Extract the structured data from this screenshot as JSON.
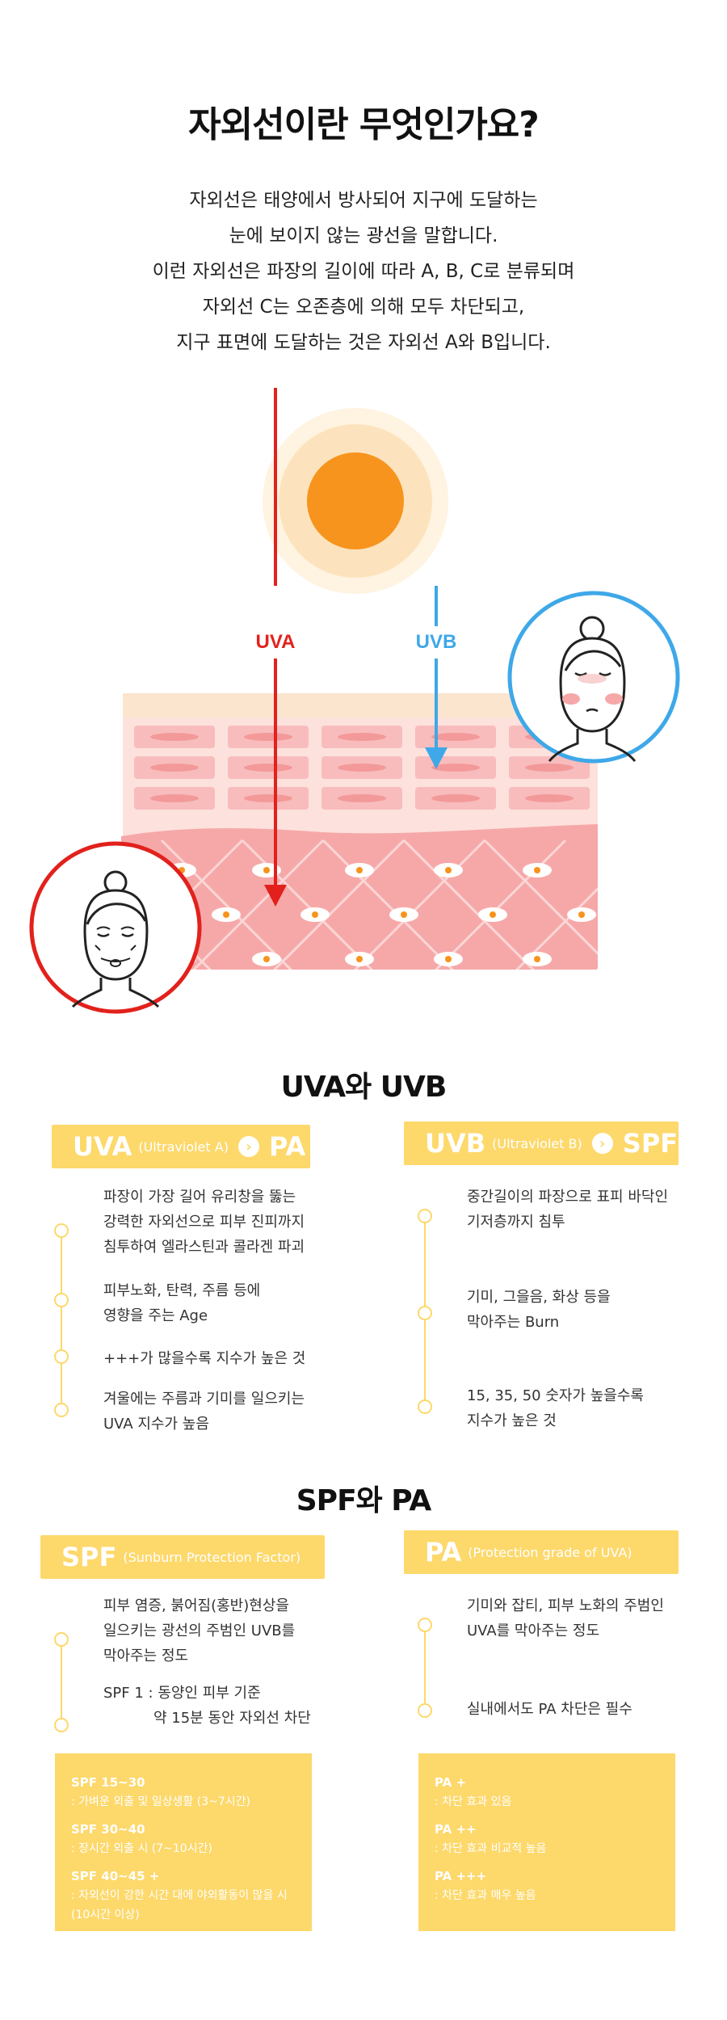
{
  "title": "자외선이란 무엇인가요?",
  "intro": [
    "자외선은 태양에서 방사되어 지구에 도달하는",
    "눈에 보이지 않는 광선을 말합니다.",
    "이런 자외선은 파장의 길이에 따라 A, B, C로 분류되며",
    "자외선 C는 오존층에 의해 모두 차단되고,",
    "지구 표면에 도달하는 것은 자외선 A와 B입니다."
  ],
  "illustration": {
    "uva_label": "UVA",
    "uvb_label": "UVB",
    "colors": {
      "uva": "#e2211c",
      "uvb": "#3ea8e8",
      "sun": "#f7941d",
      "skin": "#f6a8a8"
    }
  },
  "section1": {
    "title": "UVA와 UVB",
    "uva": {
      "label_big": "UVA",
      "label_small": "(Ultraviolet A)",
      "arrow_icon": "chevron-right-icon",
      "target": "PA",
      "items": [
        [
          "파장이 가장 길어 유리창을 뚫는",
          "강력한 자외선으로 피부 진피까지",
          "침투하여 엘라스틴과 콜라겐 파괴"
        ],
        [
          "피부노화, 탄력, 주름 등에",
          "영향을 주는 Age"
        ],
        [
          "+++가 많을수록 지수가 높은 것"
        ],
        [
          "겨울에는 주름과 기미를 일으키는",
          "UVA 지수가 높음"
        ]
      ]
    },
    "uvb": {
      "label_big": "UVB",
      "label_small": "(Ultraviolet B)",
      "arrow_icon": "chevron-right-icon",
      "target": "SPF",
      "items": [
        [
          "중간길이의 파장으로 표피 바닥인",
          "기저층까지 침투"
        ],
        [
          "기미, 그을음, 화상 등을",
          "막아주는 Burn"
        ],
        [
          "15, 35, 50 숫자가 높을수록",
          "지수가 높은 것"
        ]
      ]
    }
  },
  "section2": {
    "title": "SPF와 PA",
    "spf": {
      "label_big": "SPF",
      "label_small": "(Sunburn Protection Factor)",
      "items": [
        [
          "피부 염증, 붉어짐(홍반)현상을",
          "일으키는 광선의 주범인 UVB를",
          "막아주는 정도"
        ],
        [
          "SPF 1 :  동양인 피부 기준",
          "약 15분 동안 자외선 차단"
        ]
      ],
      "box": [
        {
          "title": "SPF 15~30",
          "lines": [
            ": 가벼운 외출 및 일상생활 (3~7시간)"
          ]
        },
        {
          "title": "SPF 30~40",
          "lines": [
            ": 장시간 외출 시 (7~10시간)"
          ]
        },
        {
          "title": "SPF 40~45 +",
          "lines": [
            ": 자외선이 강한 시간 대에 야외활동이 많을 시",
            " (10시간 이상)"
          ]
        }
      ]
    },
    "pa": {
      "label_big": "PA",
      "label_small": "(Protection grade of UVA)",
      "items": [
        [
          "기미와 잡티, 피부 노화의 주범인",
          "UVA를 막아주는 정도"
        ],
        [
          "실내에서도 PA 차단은 필수"
        ]
      ],
      "box": [
        {
          "title": "PA +",
          "lines": [
            ": 차단 효과 있음"
          ]
        },
        {
          "title": "PA ++",
          "lines": [
            ": 차단 효과 비교적 높음"
          ]
        },
        {
          "title": "PA +++",
          "lines": [
            ": 차단 효과 매우 높음"
          ]
        }
      ]
    }
  }
}
